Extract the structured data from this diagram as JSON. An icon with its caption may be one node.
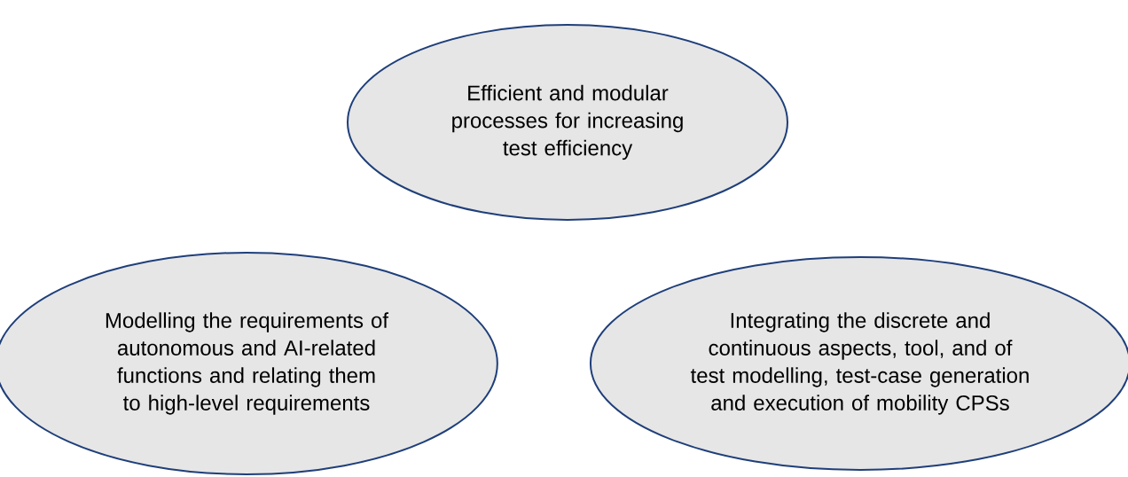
{
  "diagram": {
    "nodes": [
      {
        "text": [
          "Efficient and modular processes for increasing test efficiency"
        ]
      },
      {
        "text": [
          "Modelling the requirements of autonomous and AI-related functions and relating them to high-level requirements"
        ]
      },
      {
        "text": [
          "Integrating the discrete and continuous aspects, tool, and of test modelling, test-case generation and execution of mobility CPSs"
        ]
      }
    ]
  }
}
